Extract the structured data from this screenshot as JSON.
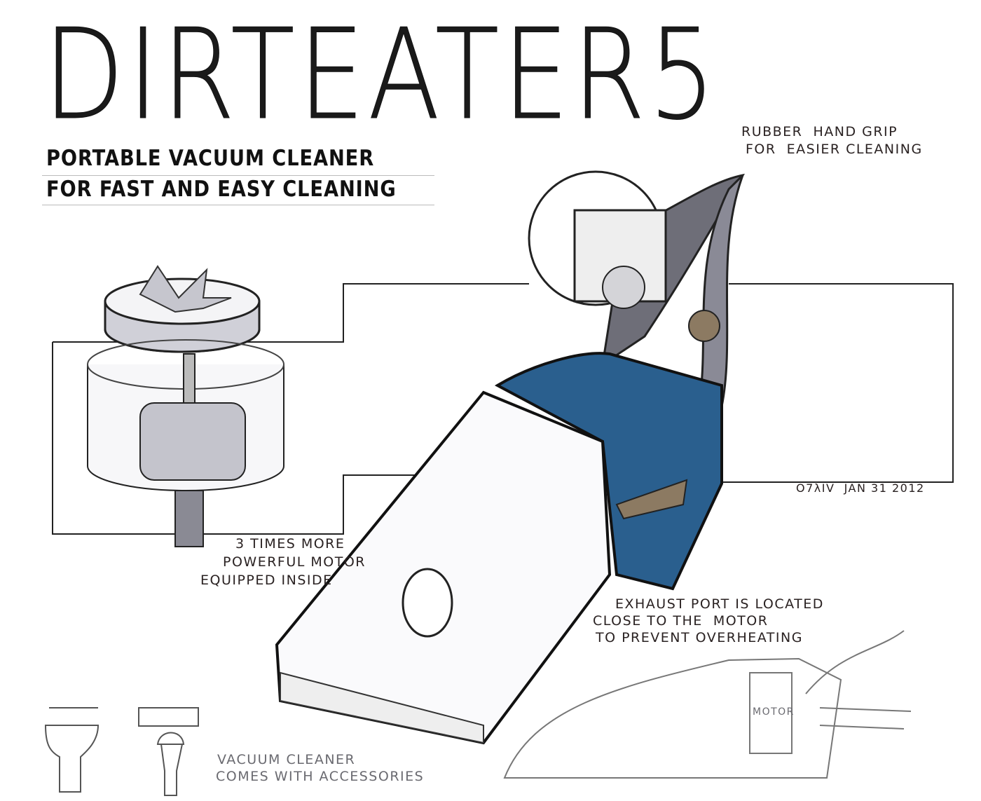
{
  "title": "DIRTEATER5",
  "subtitle": {
    "line1": "PORTABLE VACUUM CLEANER",
    "line2": "FOR  FAST AND EASY CLEANING"
  },
  "annotations": {
    "grip": {
      "line1": "RUBBER  HAND GRIP",
      "line2": "FOR  EASIER CLEANING"
    },
    "motor": {
      "line1": "3 TIMES MORE",
      "line2": "POWERFUL MOTOR",
      "line3": "EQUIPPED INSIDE"
    },
    "exhaust": {
      "line1": "EXHAUST PORT IS LOCATED",
      "line2": "CLOSE TO THE  MOTOR",
      "line3": "TO PREVENT OVERHEATING"
    },
    "accessories": {
      "line1": "VACUUM CLEANER",
      "line2": "COMES WITH ACCESSORIES"
    },
    "section_label": "MOTOR"
  },
  "signature": "O7λIV  JAN 31 2012",
  "colors": {
    "body_blue": "#2a5f8e",
    "ink": "#1a1a1a",
    "grip_gray": "#6e6e78",
    "button_tan": "#8c7a62"
  }
}
